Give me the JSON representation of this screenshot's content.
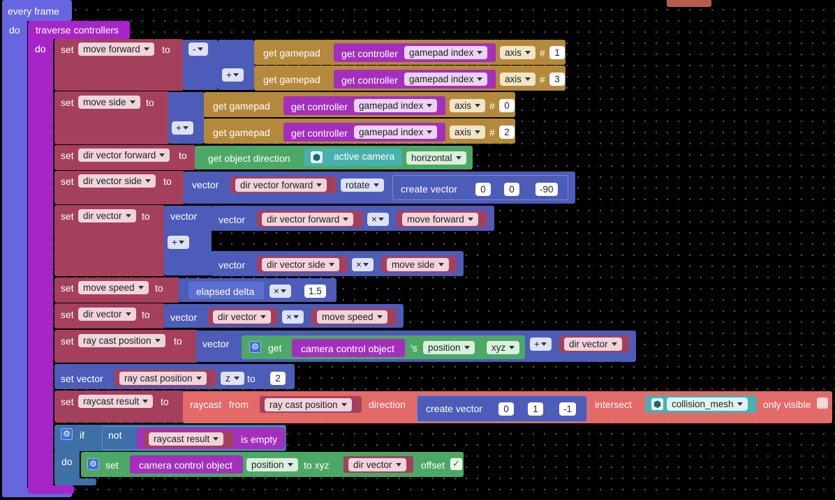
{
  "event": {
    "title": "every frame",
    "do": "do"
  },
  "traverse": {
    "title": "traverse controllers",
    "do": "do"
  },
  "kw": {
    "set": "set",
    "to": "to",
    "vector": "vector",
    "set_vector": "set vector",
    "if": "if",
    "not": "not",
    "is_empty": "is empty",
    "offset": "offset",
    "to_xyz": "to xyz",
    "get": "get",
    "s": "'s"
  },
  "gp": {
    "get_gamepad": "get gamepad",
    "get_controller": "get controller",
    "gamepad_index": "gamepad index",
    "axis": "axis",
    "hash": "#"
  },
  "ops": {
    "minus": "-",
    "plus": "+",
    "times": "×"
  },
  "vars": {
    "move_forward": "move forward",
    "move_side": "move side",
    "dir_vector_forward": "dir vector forward",
    "dir_vector_side": "dir vector side",
    "dir_vector": "dir vector",
    "move_speed": "move speed",
    "ray_cast_position": "ray cast position",
    "raycast_result": "raycast result",
    "camera_control_object": "camera control object"
  },
  "axes": {
    "a1": "1",
    "a3": "3",
    "a0": "0",
    "a2": "2"
  },
  "objdir": {
    "label": "get object direction",
    "camera": "active camera",
    "mode": "horizontal"
  },
  "vec": {
    "rotate": "rotate",
    "create_vector": "create vector",
    "rx": "0",
    "ry": "0",
    "rz": "-90"
  },
  "speed": {
    "elapsed": "elapsed delta",
    "factor": "1.5"
  },
  "pos": {
    "position": "position",
    "xyz": "xyz",
    "z": "z",
    "zval": "2"
  },
  "ray": {
    "raycast": "raycast",
    "from": "from",
    "direction": "direction",
    "dx": "0",
    "dy": "1",
    "dz": "-1",
    "intersect": "intersect",
    "mesh": "collision_mesh",
    "only_visible": "only visible"
  },
  "colors": {
    "event": "#6865e0",
    "traverse": "#a625c8",
    "set": "#a5405c",
    "gamepad": "#b5893c",
    "controller": "#a42fbd",
    "vector": "#4c5cb8",
    "object": "#4da866",
    "raycast": "#e36a66",
    "camera": "#49b0b0",
    "control": "#3f6fa7"
  },
  "icons": [
    "gear-icon",
    "cube-icon",
    "checkbox-icon",
    "dropdown-arrow-icon"
  ]
}
